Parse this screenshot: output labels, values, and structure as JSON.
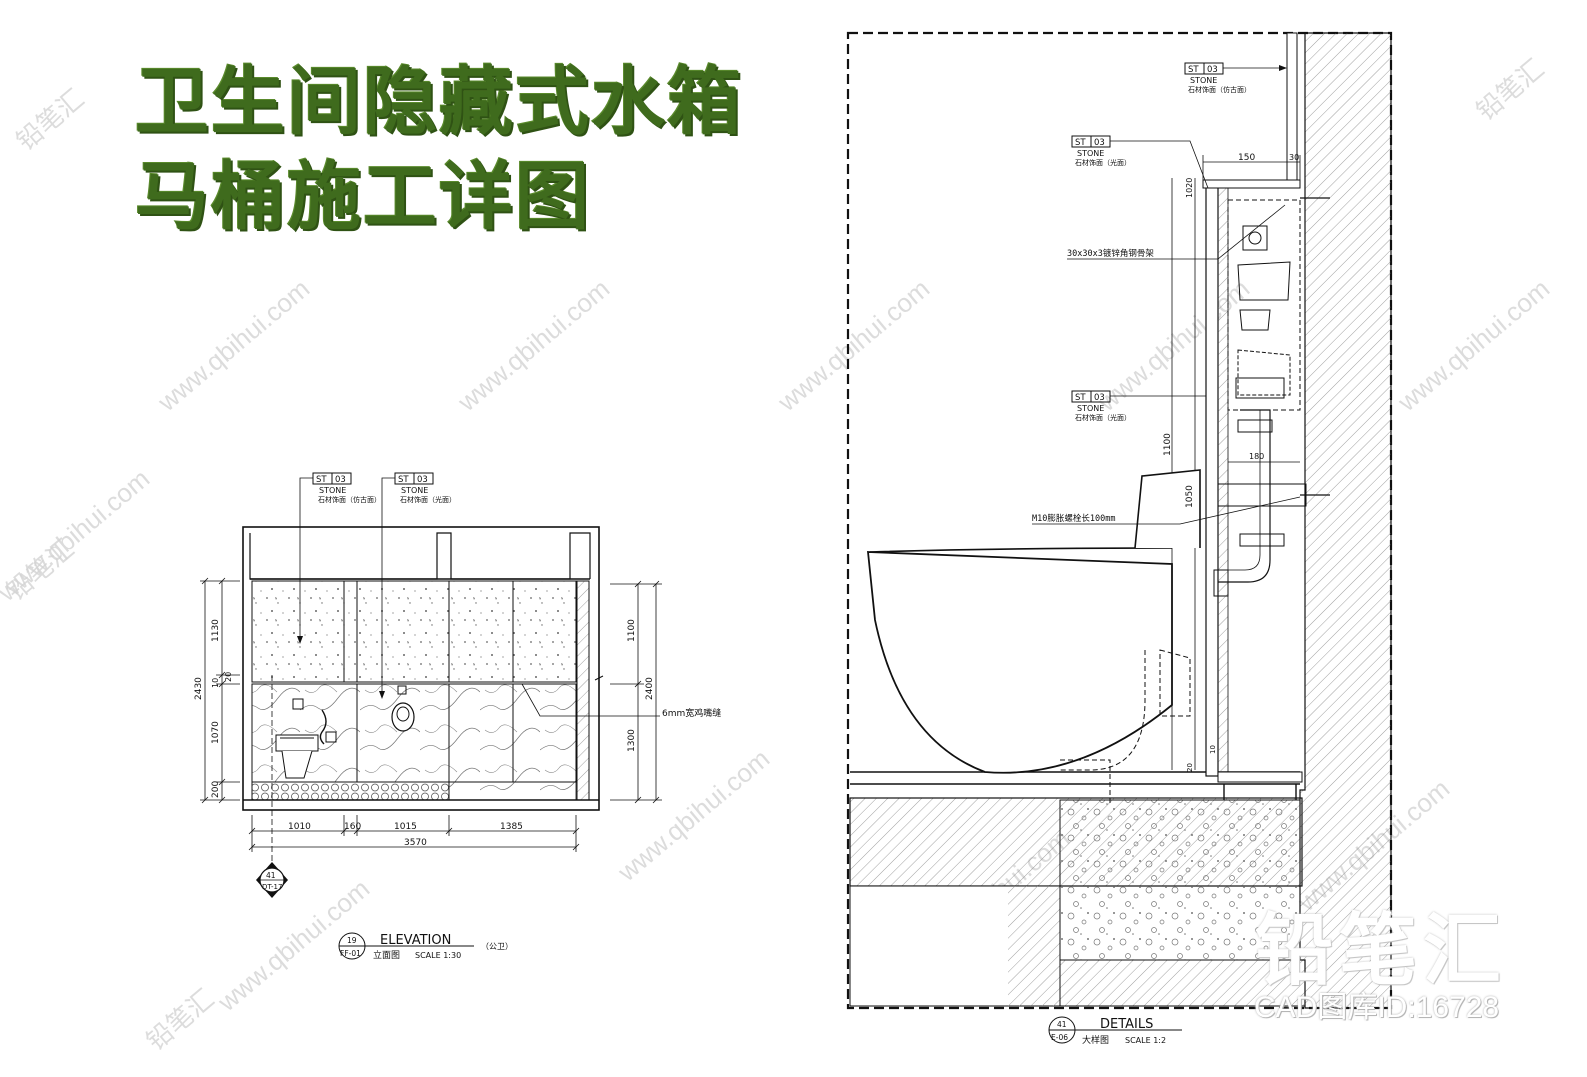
{
  "title": {
    "line1": "卫生间隐藏式水箱",
    "line2": "马桶施工详图"
  },
  "elevation": {
    "tag_left": {
      "code_a": "ST",
      "code_b": "03",
      "material": "STONE",
      "note": "石材饰面（仿古面）"
    },
    "tag_right": {
      "code_a": "ST",
      "code_b": "03",
      "material": "STONE",
      "note": "石材饰面（光面）"
    },
    "dims_left": [
      "1130",
      "20",
      "10",
      "1070",
      "200"
    ],
    "dim_total_left": "2430",
    "dims_right": [
      "1100",
      "1300"
    ],
    "dim_total_right": "2400",
    "joint_note": "6mm宽鸡嘴缝",
    "dims_bottom": [
      "1010",
      "160",
      "1015",
      "1385"
    ],
    "dim_total_bottom": "3570",
    "callout": {
      "num": "41",
      "sheet": "DT-17"
    },
    "caption": {
      "num": "19",
      "sheet": "FF-01",
      "title_en": "ELEVATION",
      "title_cn": "立面图",
      "scale": "SCALE  1:30",
      "note": "（公卫）"
    }
  },
  "details": {
    "tag_top": {
      "code_a": "ST",
      "code_b": "03",
      "material": "STONE",
      "note": "石材饰面（仿古面）"
    },
    "tag_mid": {
      "code_a": "ST",
      "code_b": "03",
      "material": "STONE",
      "note": "石材饰面（光面）"
    },
    "tag_low": {
      "code_a": "ST",
      "code_b": "03",
      "material": "STONE",
      "note": "石材饰面（光面）"
    },
    "dim_150": "150",
    "dim_30": "30",
    "dim_1020": "1020",
    "dim_1100": "1100",
    "dim_1050": "1050",
    "dim_180": "180",
    "dim_10": "10",
    "dim_20": "20",
    "steel_note": "30x30x3镀锌角钢骨架",
    "bolt_note": "M10膨胀螺栓长100mm",
    "caption": {
      "num": "41",
      "sheet": "E-06",
      "title_en": "DETAILS",
      "title_cn": "大样图",
      "scale": "SCALE  1:2"
    }
  },
  "watermark": {
    "site": "www.qbihui.com",
    "brand": "铅笔汇",
    "cad_id": "CAD图库ID:16728"
  }
}
